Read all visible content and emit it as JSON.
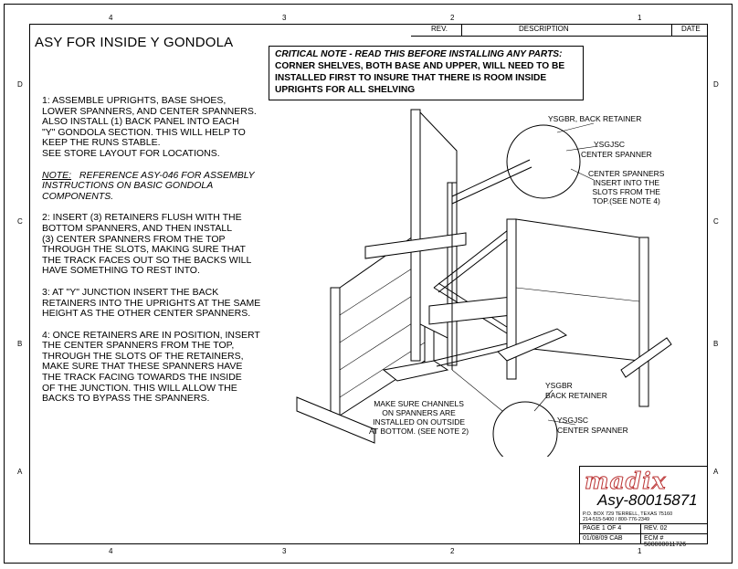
{
  "zones": {
    "top": [
      "4",
      "3",
      "2",
      "1"
    ],
    "bottom": [
      "4",
      "3",
      "2",
      "1"
    ],
    "left": [
      "D",
      "C",
      "B",
      "A"
    ],
    "right": [
      "D",
      "C",
      "B",
      "A"
    ]
  },
  "revision_block": {
    "col_rev": "REV.",
    "col_description": "DESCRIPTION",
    "col_date": "DATE"
  },
  "title": "ASY FOR INSIDE Y GONDOLA",
  "critical_note": {
    "heading": "CRITICAL NOTE - READ THIS BEFORE INSTALLING ANY PARTS:",
    "line1": "CORNER SHELVES, BOTH BASE AND UPPER, WILL NEED TO BE",
    "line2": "INSTALLED FIRST TO INSURE THAT THERE IS ROOM INSIDE",
    "line3": "UPRIGHTS FOR ALL SHELVING"
  },
  "steps": {
    "step1": "1: ASSEMBLE UPRIGHTS, BASE SHOES,\nLOWER SPANNERS, AND CENTER SPANNERS.\nALSO INSTALL (1) BACK PANEL INTO EACH\n\"Y\" GONDOLA SECTION. THIS WILL HELP TO\nKEEP THE RUNS STABLE.\nSEE STORE LAYOUT FOR LOCATIONS.",
    "note_label": "NOTE:",
    "note_text": "REFERENCE ASY-046 FOR ASSEMBLY\nINSTRUCTIONS ON BASIC GONDOLA\nCOMPONENTS.",
    "step2": "2: INSERT (3) RETAINERS FLUSH WITH THE\nBOTTOM SPANNERS, AND THEN INSTALL\n(3) CENTER  SPANNERS FROM THE TOP\nTHROUGH THE SLOTS, MAKING SURE THAT\nTHE TRACK FACES OUT SO THE BACKS WILL\nHAVE SOMETHING TO REST INTO.",
    "step3": "3: AT \"Y\" JUNCTION INSERT THE BACK\nRETAINERS INTO THE UPRIGHTS AT THE SAME\nHEIGHT AS THE OTHER CENTER SPANNERS.",
    "step4": "4: ONCE RETAINERS ARE IN POSITION, INSERT\nTHE CENTER SPANNERS FROM THE TOP,\nTHROUGH THE SLOTS OF THE RETAINERS,\nMAKE SURE THAT THESE SPANNERS HAVE\nTHE TRACK FACING TOWARDS THE INSIDE\nOF THE JUNCTION. THIS WILL ALLOW THE\nBACKS TO BYPASS THE SPANNERS."
  },
  "callouts": {
    "ysgbr_top": "YSGBR, BACK RETAINER",
    "ysgjsc_top_1": "YSGJSC",
    "ysgjsc_top_2": "CENTER SPANNER",
    "center_spanners": "CENTER SPANNERS\nINSERT INTO THE\nSLOTS FROM THE\nTOP.(SEE NOTE 4)",
    "channels": "MAKE SURE CHANNELS\nON SPANNERS ARE\nINSTALLED ON OUTSIDE\nAT BOTTOM. (SEE NOTE 2)",
    "ysgbr_bottom_1": "YSGBR",
    "ysgbr_bottom_2": "BACK RETAINER",
    "ysgjsc_bottom_1": "YSGJSC",
    "ysgjsc_bottom_2": "CENTER SPANNER"
  },
  "title_block": {
    "logo": "madix",
    "drawing_number": "Asy-80015871",
    "address_line1": "P.O. BOX 729 TERRELL, TEXAS 75160",
    "address_line2": "214-515-5400 / 800-776-2349",
    "page": "PAGE 1 OF 4",
    "rev": "REV. 02",
    "date": "01/08/09 CAB",
    "ecm": "ECM # 500000011726"
  }
}
